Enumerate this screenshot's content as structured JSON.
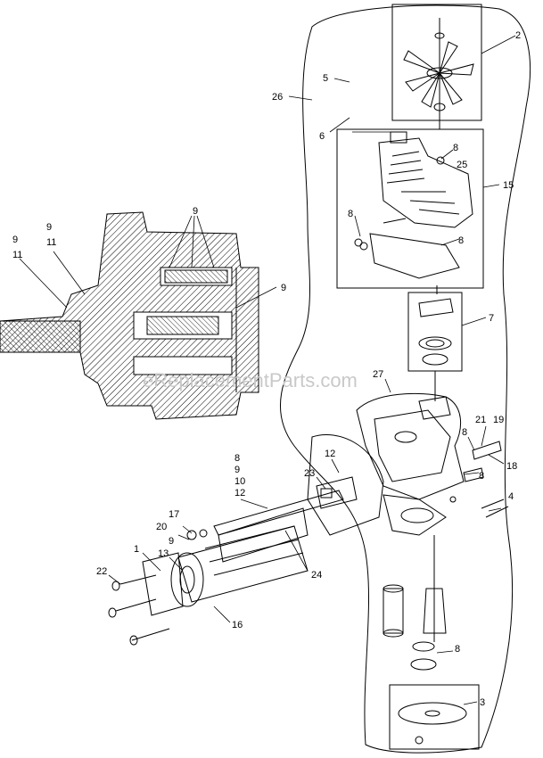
{
  "watermark": "eReplacementParts.com",
  "callouts": {
    "c1": "1",
    "c2": "2",
    "c3": "3",
    "c4": "4",
    "c5": "5",
    "c6": "6",
    "c7": "7",
    "c8a": "8",
    "c8b": "8",
    "c8c": "8",
    "c8d": "8",
    "c8e": "8",
    "c8f": "8",
    "c8g": "8",
    "c9a": "9",
    "c9b": "9",
    "c9c": "9",
    "c9d": "9",
    "c9e": "9",
    "c9f": "9",
    "c10": "10",
    "c11a": "11",
    "c11b": "11",
    "c12a": "12",
    "c12b": "12",
    "c13": "13",
    "c15": "15",
    "c16": "16",
    "c17": "17",
    "c18": "18",
    "c19": "19",
    "c20": "20",
    "c21": "21",
    "c22": "22",
    "c23": "23",
    "c24": "24",
    "c25": "25",
    "c26": "26",
    "c27": "27"
  }
}
